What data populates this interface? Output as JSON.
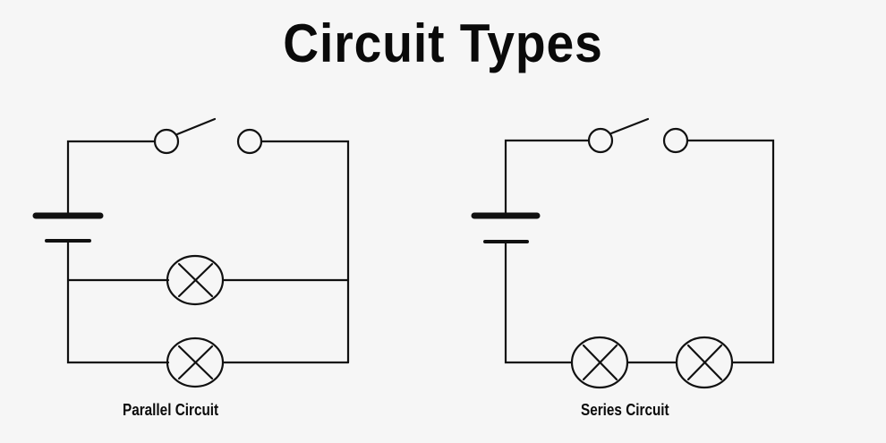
{
  "title": "Circuit Types",
  "diagrams": [
    {
      "label": "Parallel Circuit",
      "type": "parallel",
      "components": [
        "battery",
        "open-switch",
        "lamp",
        "lamp"
      ]
    },
    {
      "label": "Series Circuit",
      "type": "series",
      "components": [
        "battery",
        "open-switch",
        "lamp",
        "lamp"
      ]
    }
  ],
  "colors": {
    "background": "#f6f6f6",
    "stroke": "#111111"
  }
}
